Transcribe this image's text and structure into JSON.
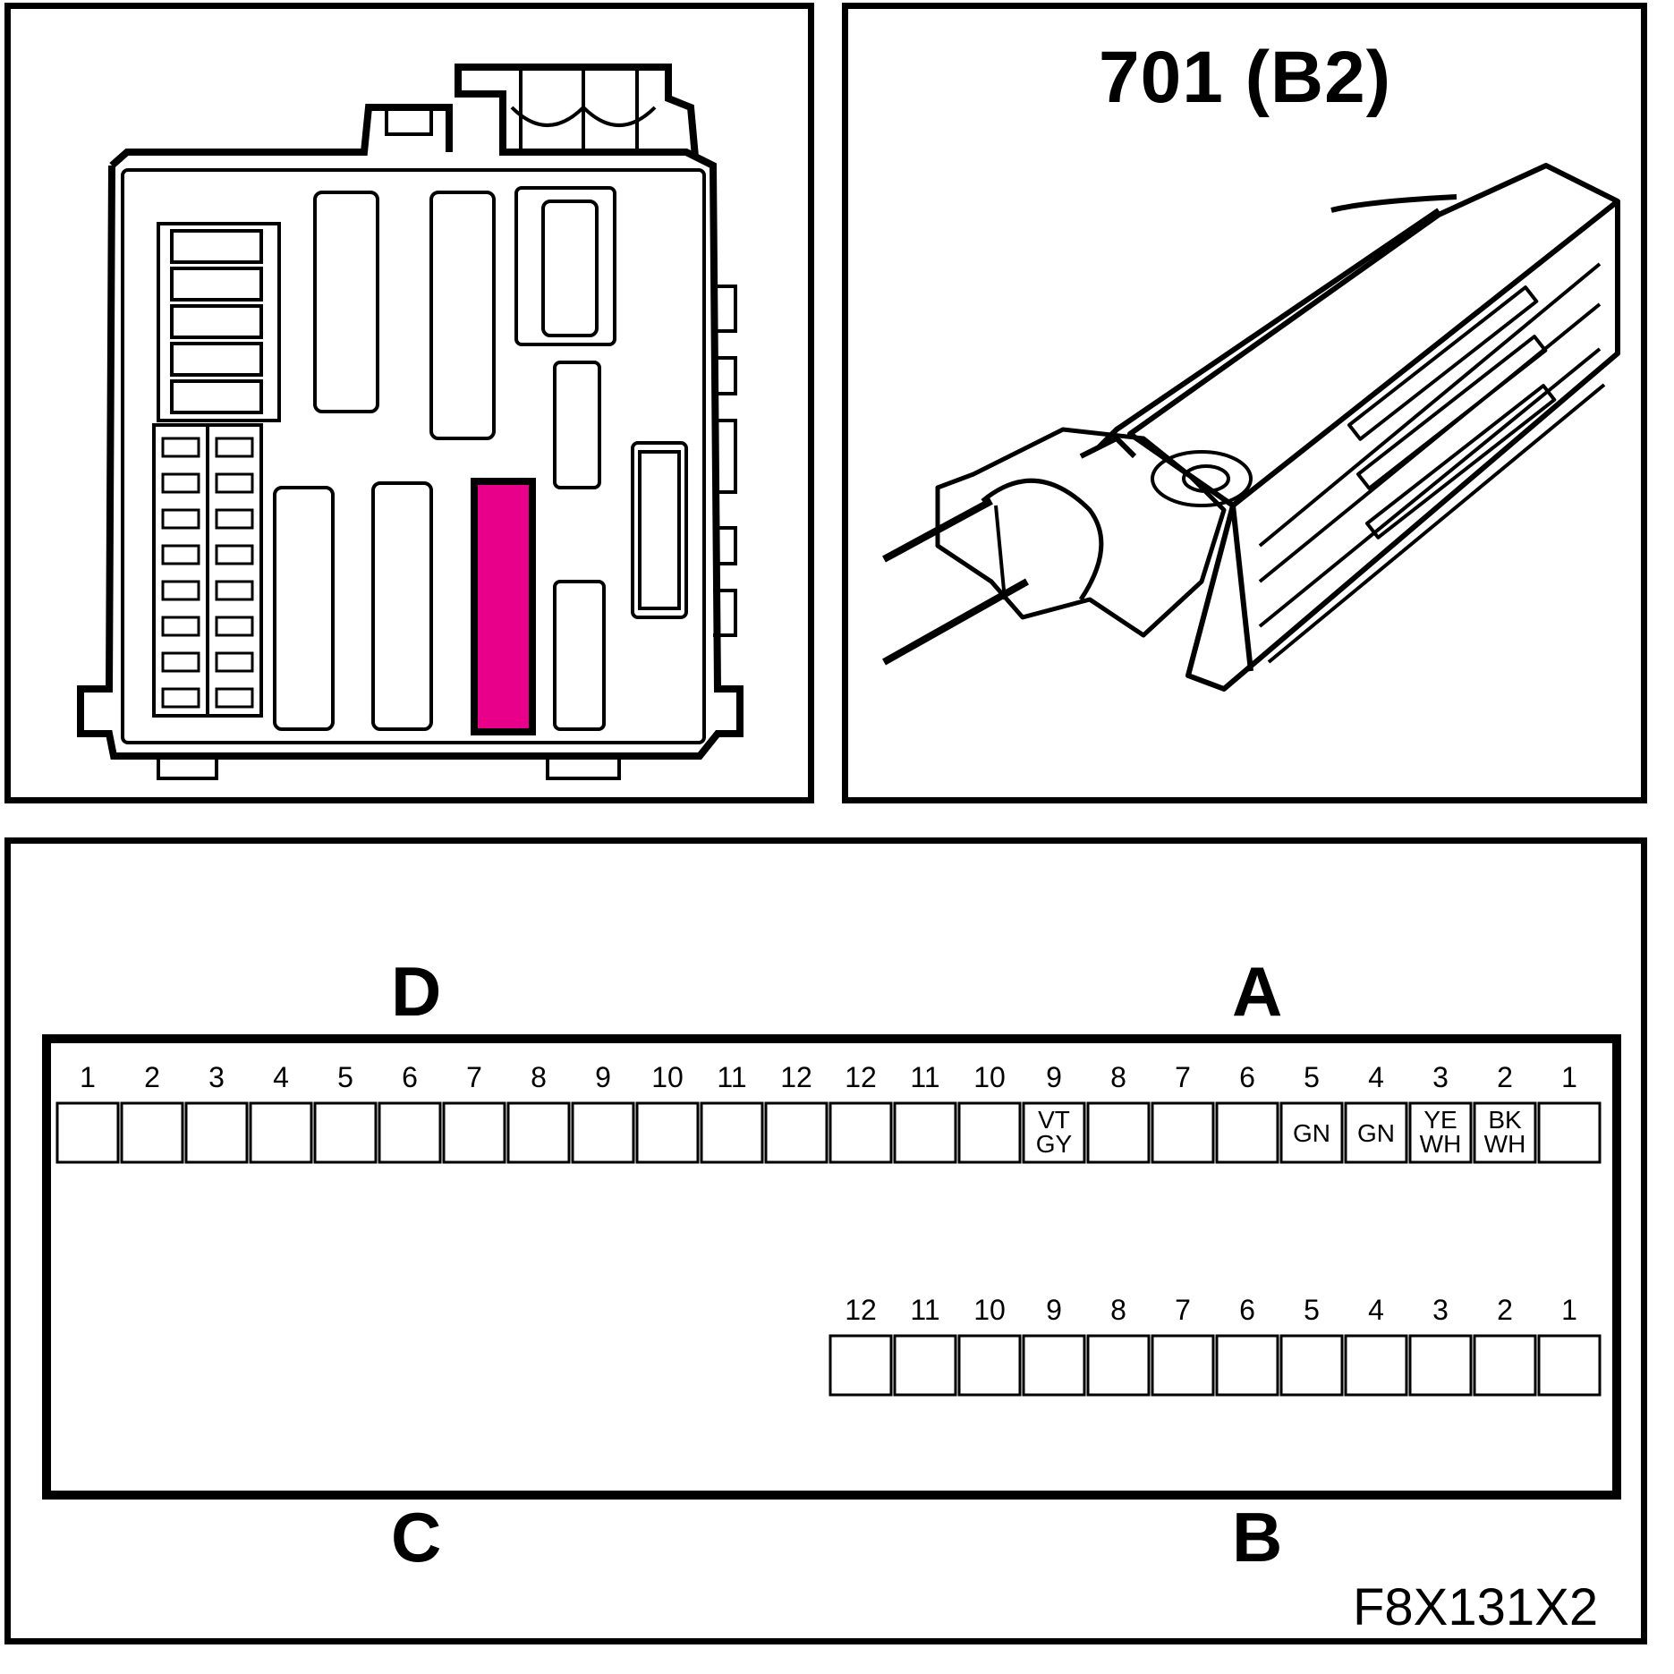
{
  "connector": {
    "title": "701 (B2)",
    "highlight_color": "#e8008a"
  },
  "pinout": {
    "side_labels": {
      "top_left": "D",
      "top_right": "A",
      "bottom_left": "C",
      "bottom_right": "B"
    },
    "row_top": {
      "left_labels": [
        "1",
        "2",
        "3",
        "4",
        "5",
        "6",
        "7",
        "8",
        "9",
        "10",
        "11",
        "12"
      ],
      "right_labels": [
        "12",
        "11",
        "10",
        "9",
        "8",
        "7",
        "6",
        "5",
        "4",
        "3",
        "2",
        "1"
      ],
      "wires": [
        "",
        "",
        "",
        "",
        "",
        "",
        "",
        "",
        "",
        "",
        "",
        "",
        "",
        "",
        "",
        "VT\nGY",
        "",
        "",
        "",
        "GN",
        "GN",
        "YE\nWH",
        "BK\nWH",
        ""
      ]
    },
    "row_bottom": {
      "labels": [
        "12",
        "11",
        "10",
        "9",
        "8",
        "7",
        "6",
        "5",
        "4",
        "3",
        "2",
        "1"
      ]
    }
  },
  "figure_code": "F8X131X2"
}
